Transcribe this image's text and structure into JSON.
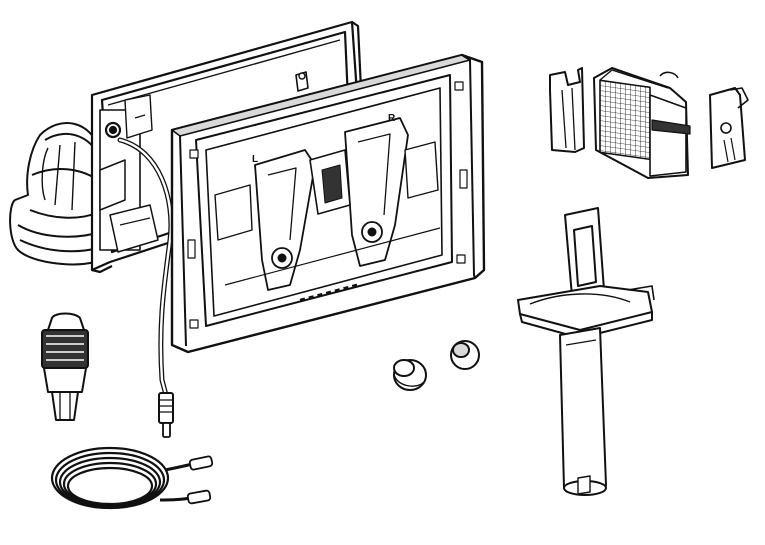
{
  "figure": {
    "type": "exploded parts illustration",
    "colors": {
      "ink": "#111111",
      "paper": "#ffffff",
      "shade": "#d9d9d9",
      "dark": "#333333"
    },
    "frame_labels": {
      "left": "L",
      "right": "R"
    },
    "components": [
      {
        "name": "servo-actuator"
      },
      {
        "name": "rear-mounting-frame"
      },
      {
        "name": "front-actuator-plate"
      },
      {
        "name": "sensor-cable-with-plug"
      },
      {
        "name": "cable-connector"
      },
      {
        "name": "coiled-extension-cable"
      },
      {
        "name": "cover-caps"
      },
      {
        "name": "battery-holder-clips"
      },
      {
        "name": "battery-box"
      },
      {
        "name": "mounting-bracket"
      },
      {
        "name": "protective-sleeve"
      }
    ]
  }
}
